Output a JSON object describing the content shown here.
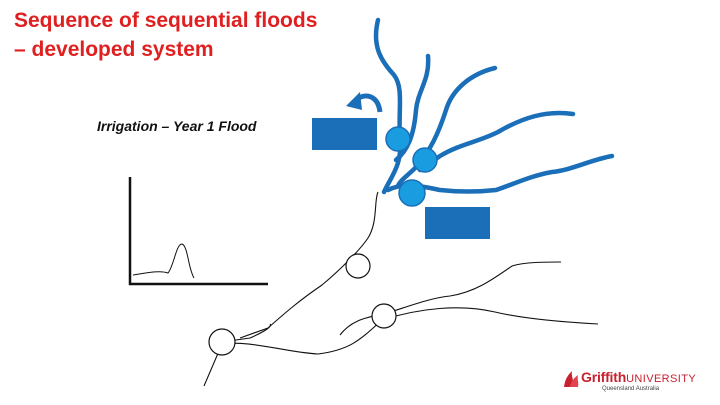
{
  "slide": {
    "title_line1": "Sequence of sequential floods",
    "title_line2": "– developed system",
    "caption": "Irrigation – Year 1 Flood"
  },
  "logo": {
    "name_bold": "Griffith",
    "name_rest": "UNIVERSITY",
    "subtitle": "Queensland Australia"
  },
  "colors": {
    "title": "#e02020",
    "river": "#1a6fb8",
    "box": "#1a6fb8",
    "line": "#111111",
    "logo": "#c8202e"
  }
}
